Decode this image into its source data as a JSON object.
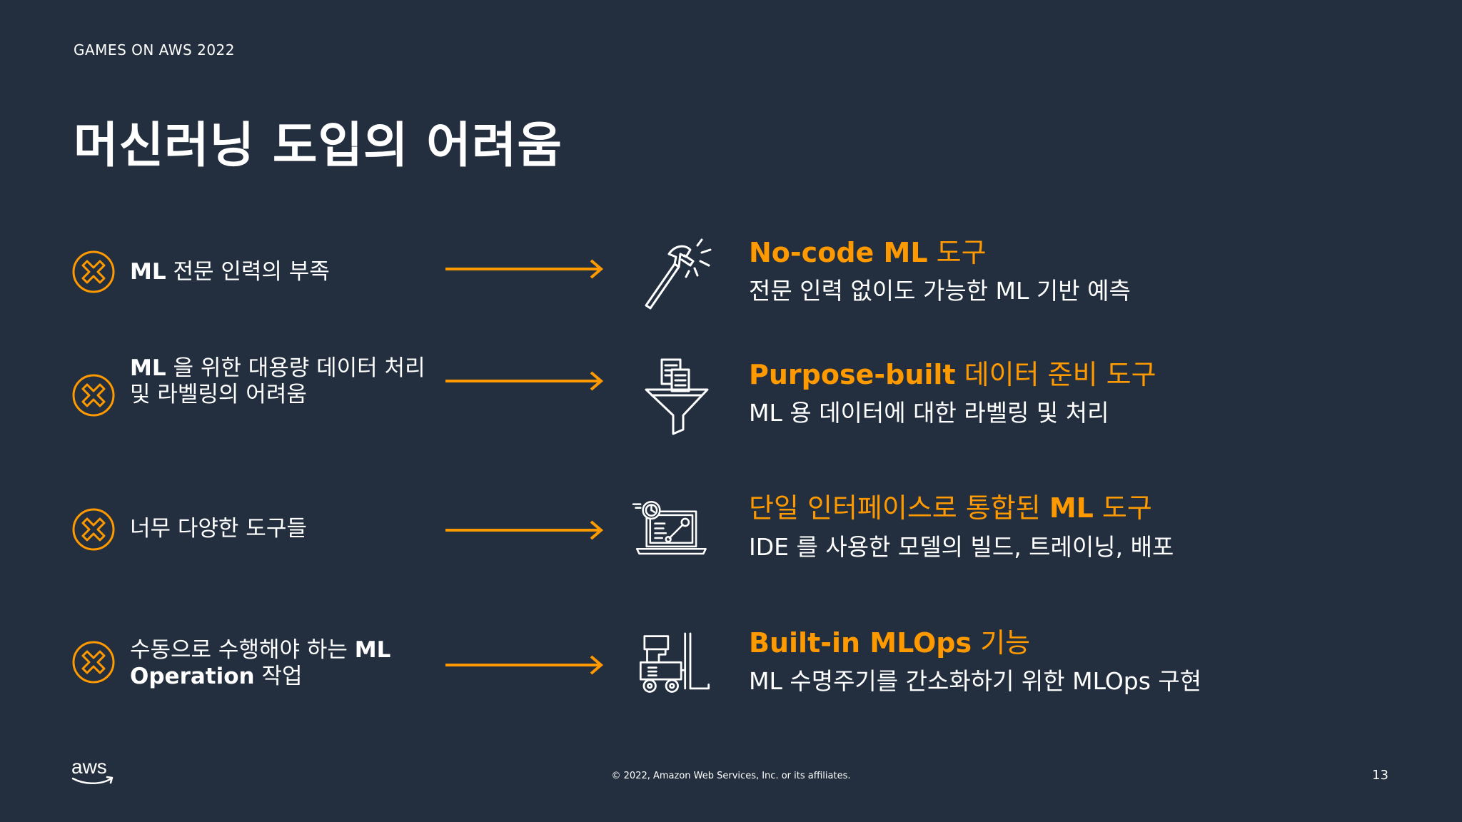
{
  "event": "GAMES ON AWS 2022",
  "title": "머신러닝 도입의 어려움",
  "colors": {
    "background": "#232f3e",
    "accent": "#ff9900",
    "text": "#ffffff"
  },
  "problems": [
    {
      "icon": "x-circle-icon",
      "bold": "ML",
      "text": " 전문 인력의 부족",
      "bold_after": "",
      "line2_bold": "",
      "line2": ""
    },
    {
      "icon": "x-circle-icon",
      "bold": "ML",
      "text": " 을 위한 대용량 데이터 처리",
      "bold_after": "",
      "line2_bold": "",
      "line2": "및 라벨링의 어려움"
    },
    {
      "icon": "x-circle-icon",
      "bold": "",
      "text": "너무 다양한 도구들",
      "bold_after": "",
      "line2_bold": "",
      "line2": ""
    },
    {
      "icon": "x-circle-icon",
      "bold": "",
      "text": "수동으로 수행해야 하는 ",
      "bold_after": "ML",
      "line2_bold": "Operation",
      "line2": " 작업"
    }
  ],
  "solutions": [
    {
      "icon": "hammer-icon",
      "head_pre": "",
      "head_bold": "No-code ML",
      "head_post": " 도구",
      "desc": "전문 인력 없이도 가능한 ML 기반 예측"
    },
    {
      "icon": "document-funnel-icon",
      "head_pre": "",
      "head_bold": "Purpose-built",
      "head_post": " 데이터 준비 도구",
      "desc": "ML 용 데이터에 대한 라벨링 및 처리"
    },
    {
      "icon": "laptop-ide-icon",
      "head_pre": "단일 인터페이스로 통합된 ",
      "head_bold": "ML",
      "head_post": " 도구",
      "desc": "IDE 를 사용한 모델의 빌드, 트레이닝, 배포"
    },
    {
      "icon": "forklift-icon",
      "head_pre": "",
      "head_bold": "Built-in MLOps",
      "head_post": " 기능",
      "desc": "ML 수명주기를 간소화하기 위한 MLOps 구현"
    }
  ],
  "footer": {
    "logo": "aws",
    "copyright": "© 2022, Amazon Web Services, Inc. or its affiliates.",
    "page": "13"
  }
}
